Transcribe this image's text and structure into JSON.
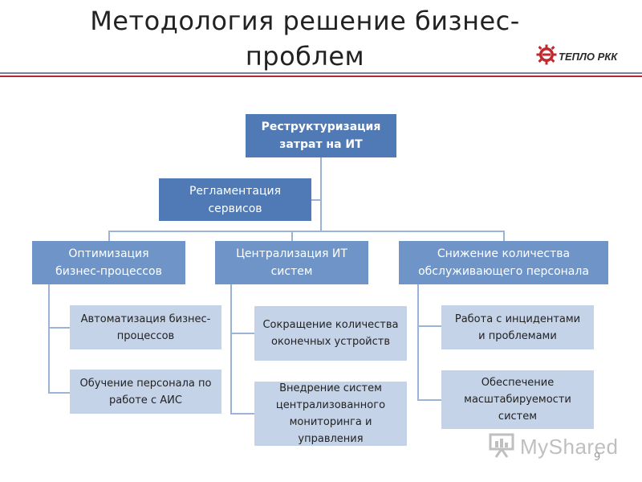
{
  "title": {
    "line1": "Методология решение бизнес-",
    "line2": "проблем"
  },
  "logo": {
    "text": "ТЕПЛО РКК",
    "icon": "gear-logo-icon",
    "colors": {
      "gear": "#c0282d",
      "text": "#2a2a2a"
    }
  },
  "diagram": {
    "root": "Реструктуризация\nзатрат на ИТ",
    "side": "Регламентация\nсервисов",
    "branches": [
      {
        "label": "Оптимизация\nбизнес-процессов",
        "children": [
          "Автоматизация бизнес-\nпроцессов",
          "Обучение персонала по\nработе с АИС"
        ]
      },
      {
        "label": "Централизация ИТ\nсистем",
        "children": [
          "Сокращение количества\nоконечных устройств",
          "Внедрение систем\nцентрализованного\nмониторинга и\nуправления"
        ]
      },
      {
        "label": "Снижение количества\nобслуживающего персонала",
        "children": [
          "Работа с инцидентами\nи проблемами",
          "Обеспечение\nмасштабируемости\nсистем"
        ]
      }
    ]
  },
  "colors": {
    "dark": "#4f7ab5",
    "mid": "#6f95c8",
    "light": "#c5d3e8",
    "connector": "#9bb3d6",
    "rule_top": "#7a7f9e",
    "rule_bottom": "#b5273a"
  },
  "watermark": {
    "text": "MyShared",
    "icon": "presentation-board-icon"
  },
  "page_number": "9"
}
